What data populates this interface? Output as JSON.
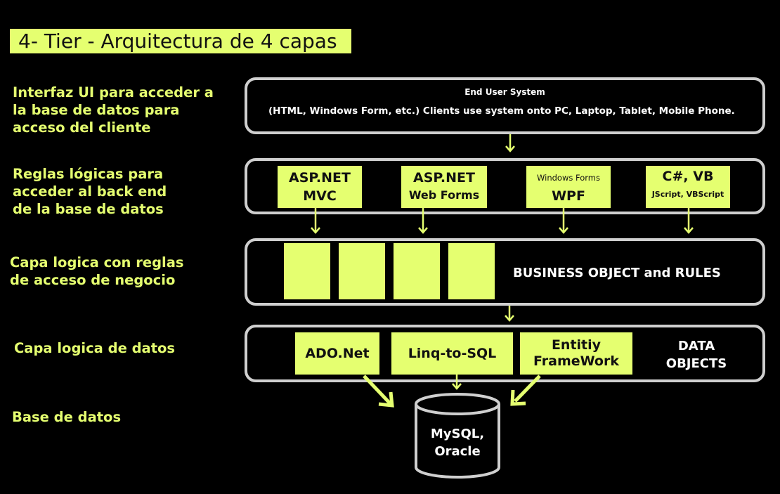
{
  "title": "4- Tier - Arquitectura de 4 capas",
  "layers": {
    "ui_label": "Interfaz UI para acceder a la base de datos para acceso del cliente",
    "logic_label": "Reglas lógicas para acceder al back end de la base de datos",
    "business_label": "Capa logica con reglas de acceso de negocio",
    "data_label": "Capa logica de datos",
    "db_label": "Base de datos"
  },
  "end_user": {
    "title": "End User System",
    "description": "(HTML, Windows Form, etc.) Clients use system onto PC, Laptop, Tablet, Mobile Phone."
  },
  "presentation": {
    "mvc_top": "ASP.NET",
    "mvc_bottom": "MVC",
    "webforms_top": "ASP.NET",
    "webforms_bottom": "Web Forms",
    "winforms_top": "Windows Forms",
    "winforms_bottom": "WPF",
    "csharp_top": "C#, VB",
    "csharp_bottom": "JScript, VBScript"
  },
  "business": {
    "label": "BUSINESS OBJECT and RULES"
  },
  "data_access": {
    "ado": "ADO.Net",
    "linq": "Linq-to-SQL",
    "ef": "Entitiy FrameWork",
    "label": "DATA OBJECTS"
  },
  "database": {
    "label": "MySQL, Oracle"
  },
  "colors": {
    "accent": "#E5FF70",
    "border": "#cfcfcf",
    "background": "#000000"
  }
}
